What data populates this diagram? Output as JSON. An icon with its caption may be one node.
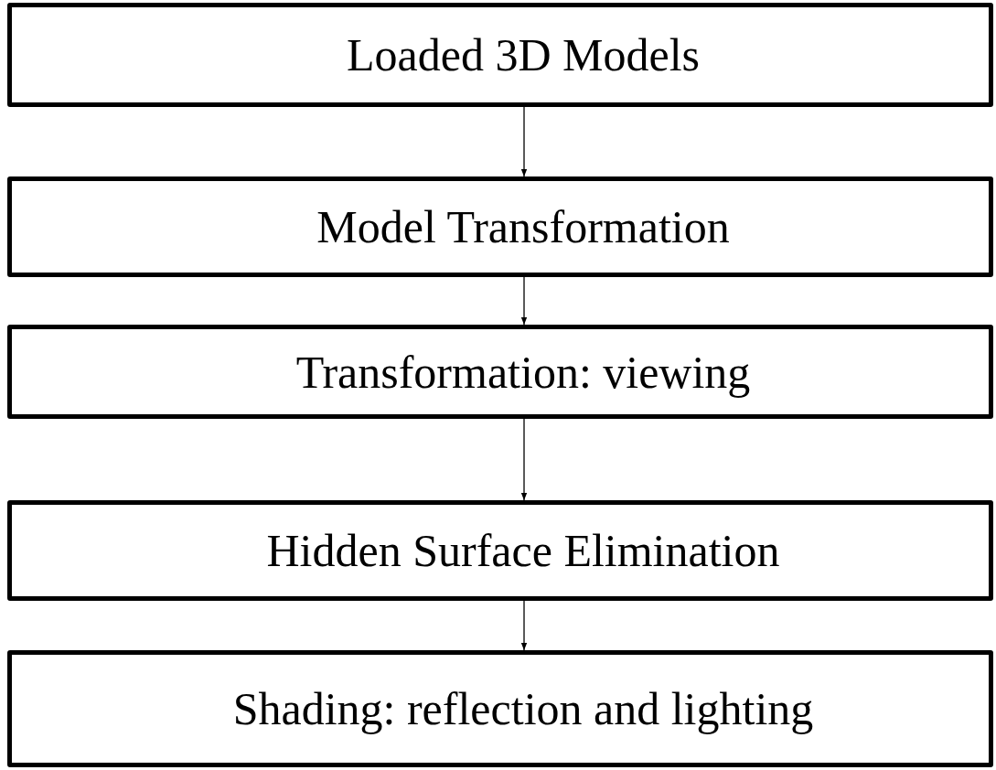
{
  "diagram": {
    "nodes": [
      {
        "text": [
          "Loaded 3D Models"
        ]
      },
      {
        "text": [
          "Model Transformation"
        ]
      },
      {
        "text": [
          "Transformation: viewing"
        ]
      },
      {
        "text": [
          "Hidden Surface Elimination"
        ]
      },
      {
        "text": [
          "Shading: reflection and lighting"
        ]
      }
    ],
    "edges": [
      {
        "from": 0,
        "to": 1,
        "arrow": "to"
      },
      {
        "from": 1,
        "to": 2,
        "arrow": "to"
      },
      {
        "from": 2,
        "to": 3,
        "arrow": "to"
      },
      {
        "from": 3,
        "to": 4,
        "arrow": "to"
      }
    ]
  }
}
